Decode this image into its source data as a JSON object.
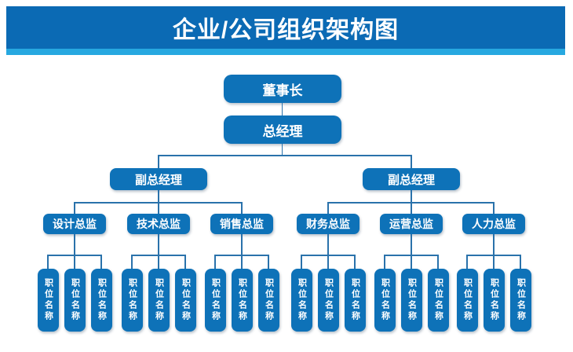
{
  "diagram": {
    "title": "企业/公司组织架构图",
    "root": {
      "label": "董事长"
    },
    "general_manager": {
      "label": "总经理"
    },
    "vp_left": {
      "label": "副总经理"
    },
    "vp_right": {
      "label": "副总经理"
    },
    "directors": [
      {
        "label": "设计总监",
        "positions": [
          "职位名称",
          "职位名称",
          "职位名称"
        ]
      },
      {
        "label": "技术总监",
        "positions": [
          "职位名称",
          "职位名称",
          "职位名称"
        ]
      },
      {
        "label": "销售总监",
        "positions": [
          "职位名称",
          "职位名称",
          "职位名称"
        ]
      },
      {
        "label": "财务总监",
        "positions": [
          "职位名称",
          "职位名称",
          "职位名称"
        ]
      },
      {
        "label": "运营总监",
        "positions": [
          "职位名称",
          "职位名称",
          "职位名称"
        ]
      },
      {
        "label": "人力总监",
        "positions": [
          "职位名称",
          "职位名称",
          "职位名称"
        ]
      }
    ],
    "colors": {
      "title_bar": "#0b6ab4",
      "accent_strip": "#27a8e0",
      "node_fill": "#0e72b8",
      "connector": "#2a72ab",
      "text": "#ffffff"
    }
  }
}
